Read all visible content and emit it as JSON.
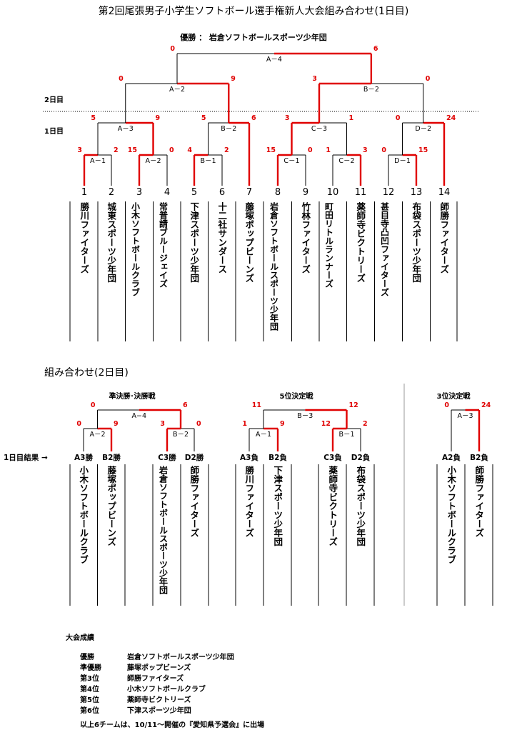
{
  "title": "第2回尾張男子小学生ソフトボール選手権新人大会組み合わせ(1日目)",
  "champion_line": "優勝 ： 岩倉ソフトボールスポーツ少年団",
  "day_labels": {
    "day2": "2日目",
    "day1": "1日目"
  },
  "teams": [
    {
      "num": "1",
      "name": "勝川ファイターズ"
    },
    {
      "num": "2",
      "name": "城東スポーツ少年団"
    },
    {
      "num": "3",
      "name": "小木ソフトボールクラブ"
    },
    {
      "num": "4",
      "name": "常普請ブルージェイズ"
    },
    {
      "num": "5",
      "name": "下津スポーツ少年団"
    },
    {
      "num": "6",
      "name": "十二社サンダース"
    },
    {
      "num": "7",
      "name": "藤塚ポップビーンズ"
    },
    {
      "num": "8",
      "name": "岩倉ソフトボールスポーツ少年団"
    },
    {
      "num": "9",
      "name": "竹林ファイターズ"
    },
    {
      "num": "10",
      "name": "町田リトルランナーズ"
    },
    {
      "num": "11",
      "name": "薬師寺ビクトリーズ"
    },
    {
      "num": "12",
      "name": "甚目寺凸凹ファイターズ"
    },
    {
      "num": "13",
      "name": "布袋スポーツ少年団"
    },
    {
      "num": "14",
      "name": "師勝ファイターズ"
    }
  ],
  "day1_matches": [
    {
      "label": "A－1",
      "left": "3",
      "right": "2"
    },
    {
      "label": "A－2",
      "left": "15",
      "right": "0"
    },
    {
      "label": "B－1",
      "left": "4",
      "right": "2"
    },
    {
      "label": "C－1",
      "left": "15",
      "right": "0"
    },
    {
      "label": "C－2",
      "left": "1",
      "right": "3"
    },
    {
      "label": "D－1",
      "left": "0",
      "right": "15"
    },
    {
      "label": "A－3",
      "left": "5",
      "right": "9"
    },
    {
      "label": "B－2",
      "left": "5",
      "right": "6"
    },
    {
      "label": "C－3",
      "left": "3",
      "right": "1"
    },
    {
      "label": "D－2",
      "left": "0",
      "right": "24"
    },
    {
      "label": "A－2",
      "left": "0",
      "right": "9"
    },
    {
      "label": "B－2",
      "left": "3",
      "right": "0"
    },
    {
      "label": "A－4",
      "left": "0",
      "right": "6"
    }
  ],
  "day2": {
    "subtitle": "組み合わせ(2日目)",
    "sections": [
      "準決勝･決勝戦",
      "5位決定戦",
      "3位決定戦"
    ],
    "result_row_label": "1日目結果 →",
    "slots": [
      {
        "label": "A3勝",
        "name": "小木ソフトボールクラブ"
      },
      {
        "label": "B2勝",
        "name": "藤塚ポップビーンズ"
      },
      {
        "label": "C3勝",
        "name": "岩倉ソフトボールスポーツ少年団"
      },
      {
        "label": "D2勝",
        "name": "師勝ファイターズ"
      },
      {
        "label": "A3負",
        "name": "勝川ファイターズ"
      },
      {
        "label": "B2負",
        "name": "下津スポーツ少年団"
      },
      {
        "label": "C3負",
        "name": "薬師寺ビクトリーズ"
      },
      {
        "label": "D2負",
        "name": "布袋スポーツ少年団"
      },
      {
        "label": "A2負",
        "name": "小木ソフトボールクラブ"
      },
      {
        "label": "B2負",
        "name": "師勝ファイターズ"
      }
    ],
    "matches": [
      {
        "label": "A－2",
        "left": "0",
        "right": "9"
      },
      {
        "label": "B－2",
        "left": "3",
        "right": "0"
      },
      {
        "label": "A−4",
        "left": "0",
        "right": "6"
      },
      {
        "label": "A－1",
        "left": "1",
        "right": "9"
      },
      {
        "label": "B－1",
        "left": "12",
        "right": "2"
      },
      {
        "label": "B－3",
        "left": "11",
        "right": "12"
      },
      {
        "label": "A－3",
        "left": "0",
        "right": "24"
      }
    ]
  },
  "results": {
    "heading": "大会成績",
    "rows": [
      {
        "rank": "優勝",
        "team": "岩倉ソフトボールスポーツ少年団"
      },
      {
        "rank": "準優勝",
        "team": "藤塚ポップビーンズ"
      },
      {
        "rank": "第3位",
        "team": "師勝ファイターズ"
      },
      {
        "rank": "第4位",
        "team": "小木ソフトボールクラブ"
      },
      {
        "rank": "第5位",
        "team": "薬師寺ビクトリーズ"
      },
      {
        "rank": "第6位",
        "team": "下津スポーツ少年団"
      }
    ],
    "footer": "以上6チームは、10/11～開催の『愛知県予選会』に出場"
  },
  "colors": {
    "winner_line": "#e00000",
    "line": "#000000",
    "score": "#e00000"
  }
}
